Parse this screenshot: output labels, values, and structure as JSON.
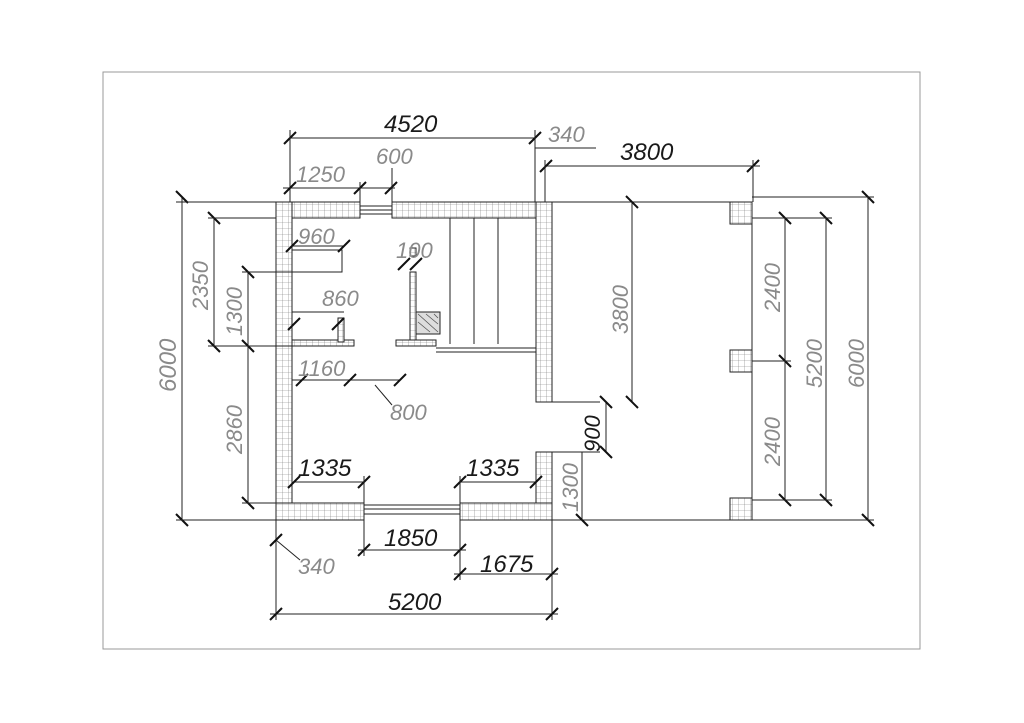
{
  "dimensions": {
    "top_total": "4520",
    "top_340": "340",
    "top_right": "3800",
    "top_1250": "1250",
    "top_600": "600",
    "left_outer": "6000",
    "left_2350": "2350",
    "left_1300": "1300",
    "left_2860": "2860",
    "int_960": "960",
    "int_100": "100",
    "int_860": "860",
    "int_1160": "1160",
    "int_800": "800",
    "int_1335_left": "1335",
    "int_1335_right": "1335",
    "int_3800": "3800",
    "int_900": "900",
    "int_1300": "1300",
    "right_2400_top": "2400",
    "right_2400_bottom": "2400",
    "right_5200": "5200",
    "right_6000": "6000",
    "bottom_340": "340",
    "bottom_1850": "1850",
    "bottom_1675": "1675",
    "bottom_total": "5200"
  },
  "colors": {
    "line": "#222222",
    "wall_fill": "#ffffff",
    "grey_label": "#8a8a8a"
  }
}
